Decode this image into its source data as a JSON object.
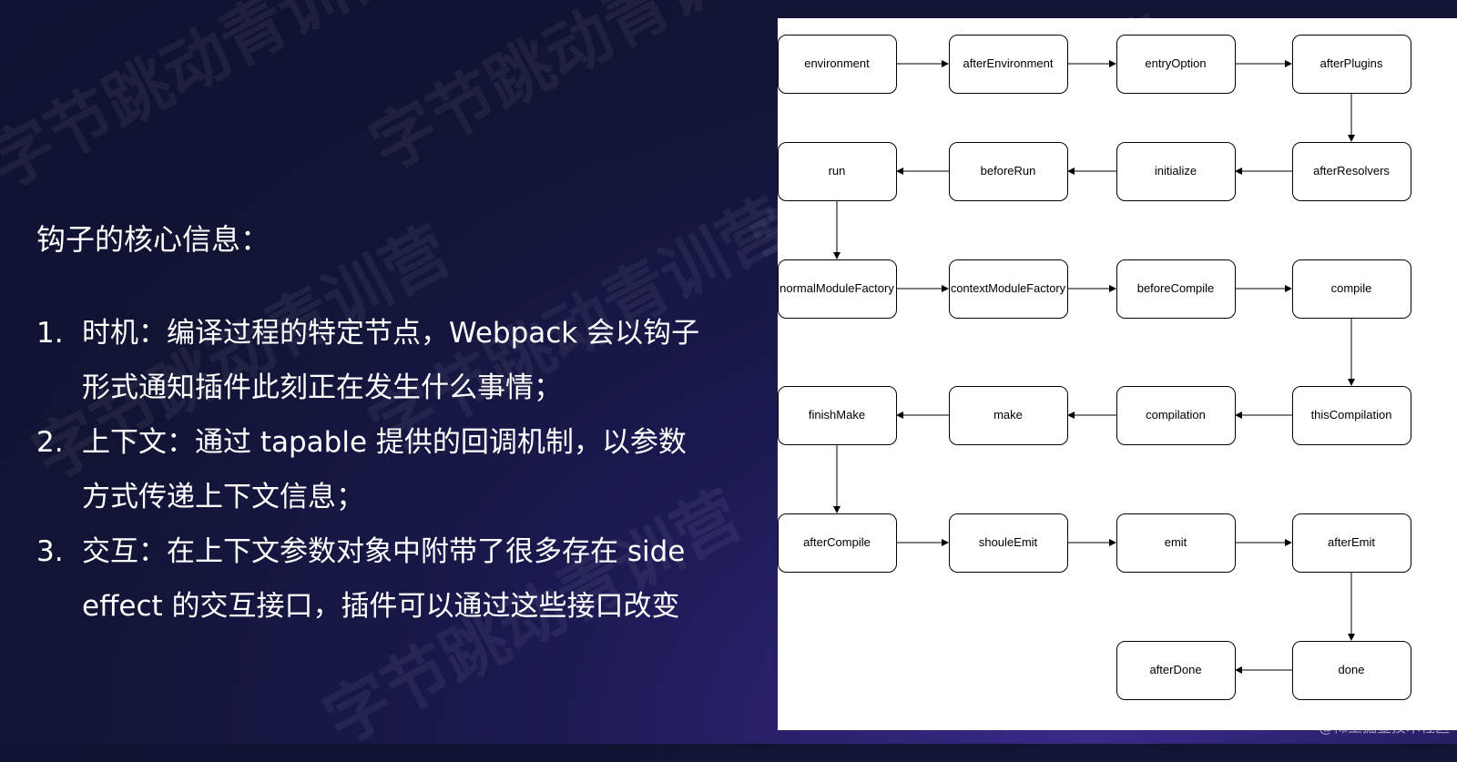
{
  "slide": {
    "heading": "钩子的核心信息：",
    "points": [
      {
        "num": "1.",
        "text": "时机：编译过程的特定节点，Webpack 会以钩子形式通知插件此刻正在发生什么事情；"
      },
      {
        "num": "2.",
        "text": "上下文：通过 tapable 提供的回调机制，以参数方式传递上下文信息；"
      },
      {
        "num": "3.",
        "text": "交互：在上下文参数对象中附带了很多存在 side effect 的交互接口，插件可以通过这些接口改变"
      }
    ],
    "watermark_text": "字节跳动青训营",
    "credit": "@稀土掘金技术社区"
  },
  "diagram": {
    "nodes": [
      {
        "id": "environment",
        "label": "environment"
      },
      {
        "id": "afterEnvironment",
        "label": "afterEnvironment"
      },
      {
        "id": "entryOption",
        "label": "entryOption"
      },
      {
        "id": "afterPlugins",
        "label": "afterPlugins"
      },
      {
        "id": "afterResolvers",
        "label": "afterResolvers"
      },
      {
        "id": "initialize",
        "label": "initialize"
      },
      {
        "id": "beforeRun",
        "label": "beforeRun"
      },
      {
        "id": "run",
        "label": "run"
      },
      {
        "id": "normalModuleFactory",
        "label": "normalModuleFactory"
      },
      {
        "id": "contextModuleFactory",
        "label": "contextModuleFactory"
      },
      {
        "id": "beforeCompile",
        "label": "beforeCompile"
      },
      {
        "id": "compile",
        "label": "compile"
      },
      {
        "id": "thisCompilation",
        "label": "thisCompilation"
      },
      {
        "id": "compilation",
        "label": "compilation"
      },
      {
        "id": "make",
        "label": "make"
      },
      {
        "id": "finishMake",
        "label": "finishMake"
      },
      {
        "id": "afterCompile",
        "label": "afterCompile"
      },
      {
        "id": "shouleEmit",
        "label": "shouleEmit"
      },
      {
        "id": "emit",
        "label": "emit"
      },
      {
        "id": "afterEmit",
        "label": "afterEmit"
      },
      {
        "id": "done",
        "label": "done"
      },
      {
        "id": "afterDone",
        "label": "afterDone"
      }
    ],
    "edges": [
      [
        "environment",
        "afterEnvironment"
      ],
      [
        "afterEnvironment",
        "entryOption"
      ],
      [
        "entryOption",
        "afterPlugins"
      ],
      [
        "afterPlugins",
        "afterResolvers"
      ],
      [
        "afterResolvers",
        "initialize"
      ],
      [
        "initialize",
        "beforeRun"
      ],
      [
        "beforeRun",
        "run"
      ],
      [
        "run",
        "normalModuleFactory"
      ],
      [
        "normalModuleFactory",
        "contextModuleFactory"
      ],
      [
        "contextModuleFactory",
        "beforeCompile"
      ],
      [
        "beforeCompile",
        "compile"
      ],
      [
        "compile",
        "thisCompilation"
      ],
      [
        "thisCompilation",
        "compilation"
      ],
      [
        "compilation",
        "make"
      ],
      [
        "make",
        "finishMake"
      ],
      [
        "finishMake",
        "afterCompile"
      ],
      [
        "afterCompile",
        "shouleEmit"
      ],
      [
        "shouleEmit",
        "emit"
      ],
      [
        "emit",
        "afterEmit"
      ],
      [
        "afterEmit",
        "done"
      ],
      [
        "done",
        "afterDone"
      ]
    ]
  }
}
